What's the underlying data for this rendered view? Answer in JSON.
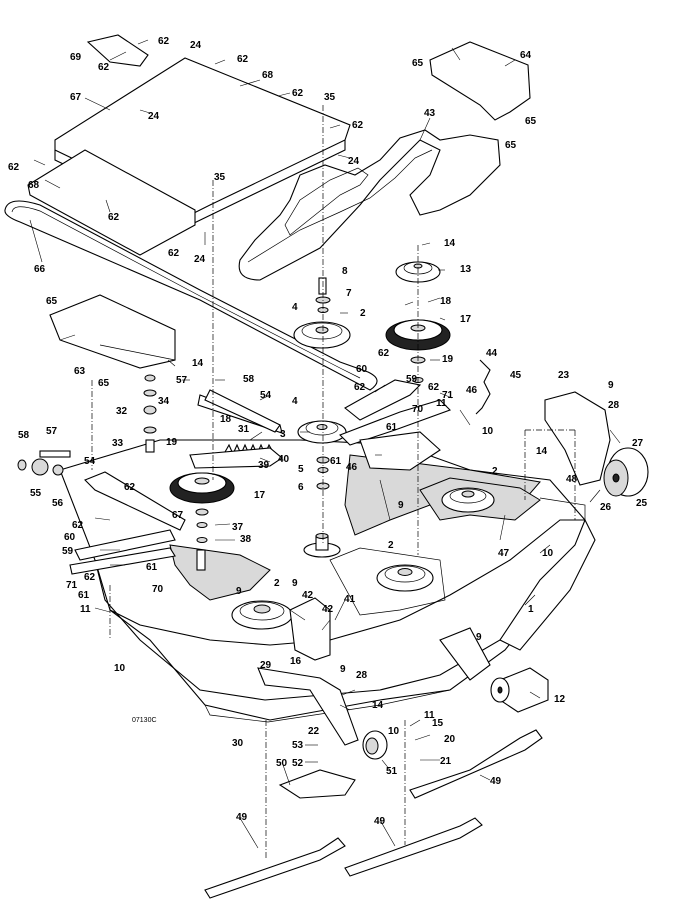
{
  "diagram": {
    "drawing_code": "07130C",
    "callouts": [
      {
        "id": "c-62a",
        "label": "62"
      },
      {
        "id": "c-69",
        "label": "69"
      },
      {
        "id": "c-62b",
        "label": "62"
      },
      {
        "id": "c-24a",
        "label": "24"
      },
      {
        "id": "c-62c",
        "label": "62"
      },
      {
        "id": "c-68a",
        "label": "68"
      },
      {
        "id": "c-62d",
        "label": "62"
      },
      {
        "id": "c-67a",
        "label": "67"
      },
      {
        "id": "c-24b",
        "label": "24"
      },
      {
        "id": "c-35a",
        "label": "35"
      },
      {
        "id": "c-62e",
        "label": "62"
      },
      {
        "id": "c-65a",
        "label": "65"
      },
      {
        "id": "c-64",
        "label": "64"
      },
      {
        "id": "c-65b",
        "label": "65"
      },
      {
        "id": "c-65c",
        "label": "65"
      },
      {
        "id": "c-43",
        "label": "43"
      },
      {
        "id": "c-24c",
        "label": "24"
      },
      {
        "id": "c-62f",
        "label": "62"
      },
      {
        "id": "c-68b",
        "label": "68"
      },
      {
        "id": "c-35b",
        "label": "35"
      },
      {
        "id": "c-62g",
        "label": "62"
      },
      {
        "id": "c-62h",
        "label": "62"
      },
      {
        "id": "c-24d",
        "label": "24"
      },
      {
        "id": "c-66",
        "label": "66"
      },
      {
        "id": "c-14a",
        "label": "14"
      },
      {
        "id": "c-13",
        "label": "13"
      },
      {
        "id": "c-8",
        "label": "8"
      },
      {
        "id": "c-7",
        "label": "7"
      },
      {
        "id": "c-65d",
        "label": "65"
      },
      {
        "id": "c-4a",
        "label": "4"
      },
      {
        "id": "c-2a",
        "label": "2"
      },
      {
        "id": "c-18a",
        "label": "18"
      },
      {
        "id": "c-17a",
        "label": "17"
      },
      {
        "id": "c-63",
        "label": "63"
      },
      {
        "id": "c-62i",
        "label": "62"
      },
      {
        "id": "c-19a",
        "label": "19"
      },
      {
        "id": "c-44",
        "label": "44"
      },
      {
        "id": "c-14b",
        "label": "14"
      },
      {
        "id": "c-60a",
        "label": "60"
      },
      {
        "id": "c-45",
        "label": "45"
      },
      {
        "id": "c-57a",
        "label": "57"
      },
      {
        "id": "c-58a",
        "label": "58"
      },
      {
        "id": "c-62j",
        "label": "62"
      },
      {
        "id": "c-59a",
        "label": "59"
      },
      {
        "id": "c-65e",
        "label": "65"
      },
      {
        "id": "c-34",
        "label": "34"
      },
      {
        "id": "c-54a",
        "label": "54"
      },
      {
        "id": "c-62k",
        "label": "62"
      },
      {
        "id": "c-71a",
        "label": "71"
      },
      {
        "id": "c-46a",
        "label": "46"
      },
      {
        "id": "c-23",
        "label": "23"
      },
      {
        "id": "c-9a",
        "label": "9"
      },
      {
        "id": "c-32",
        "label": "32"
      },
      {
        "id": "c-18b",
        "label": "18"
      },
      {
        "id": "c-4b",
        "label": "4"
      },
      {
        "id": "c-70a",
        "label": "70"
      },
      {
        "id": "c-11a",
        "label": "11"
      },
      {
        "id": "c-28a",
        "label": "28"
      },
      {
        "id": "c-31",
        "label": "31"
      },
      {
        "id": "c-61a",
        "label": "61"
      },
      {
        "id": "c-10a",
        "label": "10"
      },
      {
        "id": "c-27",
        "label": "27"
      },
      {
        "id": "c-58b",
        "label": "58"
      },
      {
        "id": "c-57b",
        "label": "57"
      },
      {
        "id": "c-33",
        "label": "33"
      },
      {
        "id": "c-19b",
        "label": "19"
      },
      {
        "id": "c-3",
        "label": "3"
      },
      {
        "id": "c-40",
        "label": "40"
      },
      {
        "id": "c-5",
        "label": "5"
      },
      {
        "id": "c-61b",
        "label": "61"
      },
      {
        "id": "c-14c",
        "label": "14"
      },
      {
        "id": "c-54b",
        "label": "54"
      },
      {
        "id": "c-39",
        "label": "39"
      },
      {
        "id": "c-46b",
        "label": "46"
      },
      {
        "id": "c-2b",
        "label": "2"
      },
      {
        "id": "c-55",
        "label": "55"
      },
      {
        "id": "c-56",
        "label": "56"
      },
      {
        "id": "c-6",
        "label": "6"
      },
      {
        "id": "c-9b",
        "label": "9"
      },
      {
        "id": "c-48",
        "label": "48"
      },
      {
        "id": "c-25",
        "label": "25"
      },
      {
        "id": "c-62l",
        "label": "62"
      },
      {
        "id": "c-17b",
        "label": "17"
      },
      {
        "id": "c-26",
        "label": "26"
      },
      {
        "id": "c-67b",
        "label": "67"
      },
      {
        "id": "c-62m",
        "label": "62"
      },
      {
        "id": "c-37",
        "label": "37"
      },
      {
        "id": "c-60b",
        "label": "60"
      },
      {
        "id": "c-38",
        "label": "38"
      },
      {
        "id": "c-47",
        "label": "47"
      },
      {
        "id": "c-10b",
        "label": "10"
      },
      {
        "id": "c-59b",
        "label": "59"
      },
      {
        "id": "c-2c",
        "label": "2"
      },
      {
        "id": "c-62n",
        "label": "62"
      },
      {
        "id": "c-61c",
        "label": "61"
      },
      {
        "id": "c-71b",
        "label": "71"
      },
      {
        "id": "c-70b",
        "label": "70"
      },
      {
        "id": "c-61d",
        "label": "61"
      },
      {
        "id": "c-9c",
        "label": "9"
      },
      {
        "id": "c-2d",
        "label": "2"
      },
      {
        "id": "c-9d",
        "label": "9"
      },
      {
        "id": "c-42a",
        "label": "42"
      },
      {
        "id": "c-41",
        "label": "41"
      },
      {
        "id": "c-11b",
        "label": "11"
      },
      {
        "id": "c-42b",
        "label": "42"
      },
      {
        "id": "c-1",
        "label": "1"
      },
      {
        "id": "c-10c",
        "label": "10"
      },
      {
        "id": "c-9e",
        "label": "9"
      },
      {
        "id": "c-29",
        "label": "29"
      },
      {
        "id": "c-16",
        "label": "16"
      },
      {
        "id": "c-9f",
        "label": "9"
      },
      {
        "id": "c-12",
        "label": "12"
      },
      {
        "id": "c-28b",
        "label": "28"
      },
      {
        "id": "c-14d",
        "label": "14"
      },
      {
        "id": "c-11c",
        "label": "11"
      },
      {
        "id": "c-22",
        "label": "22"
      },
      {
        "id": "c-10d",
        "label": "10"
      },
      {
        "id": "c-15",
        "label": "15"
      },
      {
        "id": "c-30",
        "label": "30"
      },
      {
        "id": "c-53",
        "label": "53"
      },
      {
        "id": "c-20",
        "label": "20"
      },
      {
        "id": "c-52",
        "label": "52"
      },
      {
        "id": "c-21",
        "label": "21"
      },
      {
        "id": "c-50",
        "label": "50"
      },
      {
        "id": "c-51",
        "label": "51"
      },
      {
        "id": "c-49a",
        "label": "49"
      },
      {
        "id": "c-49b",
        "label": "49"
      },
      {
        "id": "c-49c",
        "label": "49"
      }
    ]
  }
}
